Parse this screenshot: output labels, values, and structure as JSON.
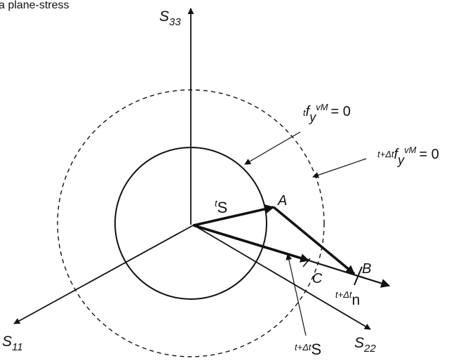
{
  "stray_text": "a plane-stress",
  "axes": {
    "s33": {
      "main": "S",
      "sub": "33"
    },
    "s11": {
      "main": "S",
      "sub": "11"
    },
    "s22": {
      "main": "S",
      "sub": "22"
    }
  },
  "vectors": {
    "ts": {
      "sup": "t",
      "main": "S"
    },
    "n": {
      "sup": "t+Δt",
      "main": "n"
    },
    "tdts": {
      "sup": "t+Δt",
      "main": "S"
    }
  },
  "points": {
    "a": "A",
    "b": "B",
    "c": "C"
  },
  "surfaces": {
    "inner": {
      "sup": "t",
      "f": "f",
      "y": "y",
      "vm": "vM",
      "eq": "= 0"
    },
    "outer": {
      "sup": "t+Δt",
      "f": "f",
      "y": "y",
      "vm": "vM",
      "eq": "= 0"
    }
  },
  "style": {
    "line_color": "#111111",
    "background": "#ffffff"
  }
}
